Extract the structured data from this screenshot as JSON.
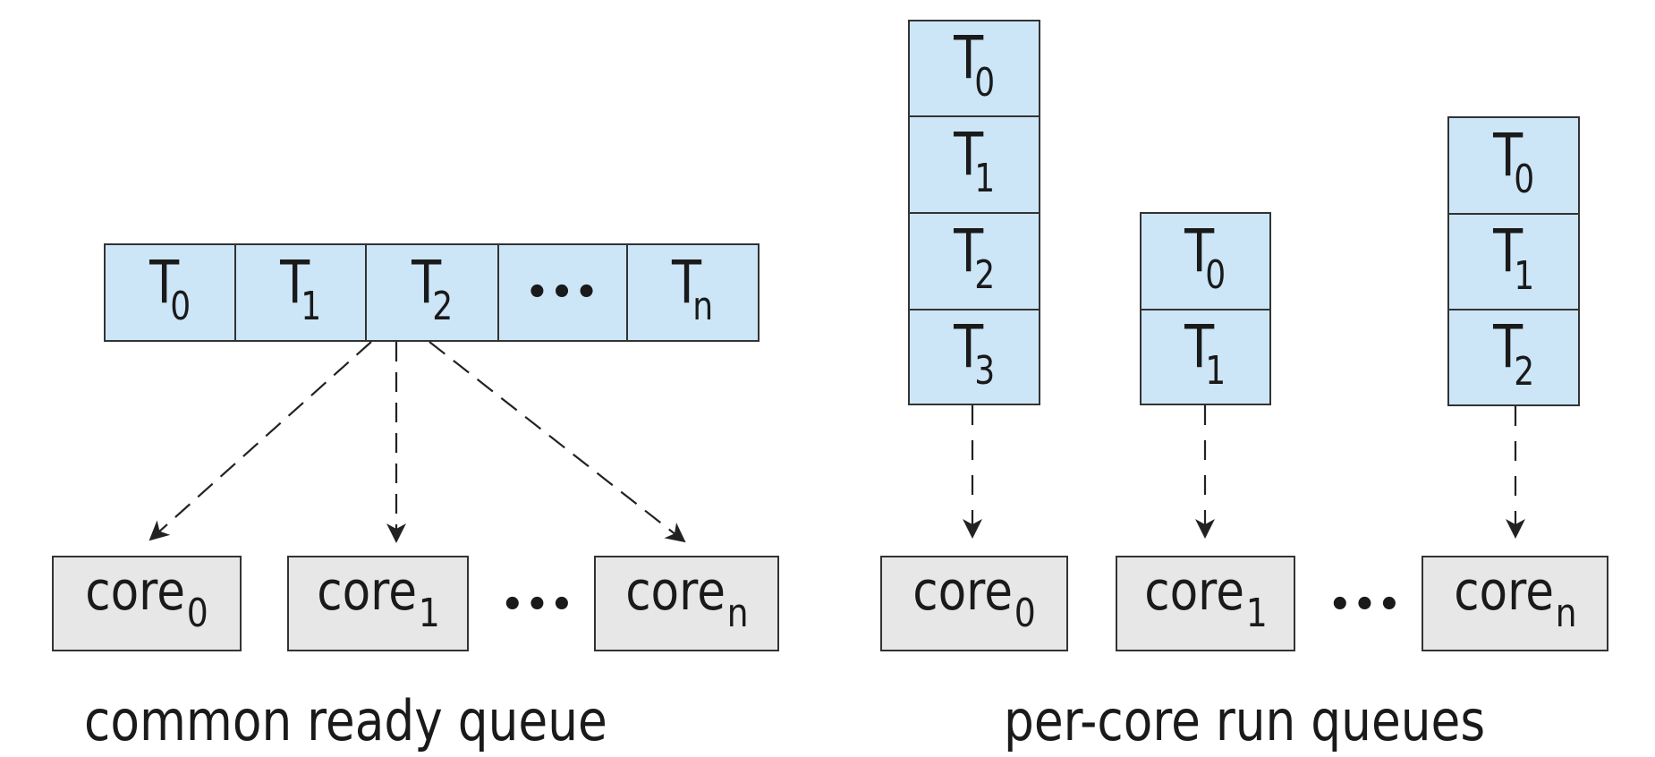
{
  "left_panel": {
    "caption": "common ready queue",
    "queue": [
      {
        "base": "T",
        "sub": "0"
      },
      {
        "base": "T",
        "sub": "1"
      },
      {
        "base": "T",
        "sub": "2"
      },
      {
        "base": "•••",
        "sub": ""
      },
      {
        "base": "T",
        "sub": "n"
      }
    ],
    "cores": [
      {
        "base": "core",
        "sub": "0"
      },
      {
        "base": "core",
        "sub": "1"
      },
      {
        "base": "core",
        "sub": "n"
      }
    ],
    "ellipsis": "•••"
  },
  "right_panel": {
    "caption": "per-core run queues",
    "queues": [
      [
        {
          "base": "T",
          "sub": "0"
        },
        {
          "base": "T",
          "sub": "1"
        },
        {
          "base": "T",
          "sub": "2"
        },
        {
          "base": "T",
          "sub": "3"
        }
      ],
      [
        {
          "base": "T",
          "sub": "0"
        },
        {
          "base": "T",
          "sub": "1"
        }
      ],
      [
        {
          "base": "T",
          "sub": "0"
        },
        {
          "base": "T",
          "sub": "1"
        },
        {
          "base": "T",
          "sub": "2"
        }
      ]
    ],
    "cores": [
      {
        "base": "core",
        "sub": "0"
      },
      {
        "base": "core",
        "sub": "1"
      },
      {
        "base": "core",
        "sub": "n"
      }
    ],
    "ellipsis": "•••"
  },
  "colors": {
    "thread_fill": "#cce6f8",
    "core_fill": "#e7e7e7",
    "stroke": "#333333"
  }
}
